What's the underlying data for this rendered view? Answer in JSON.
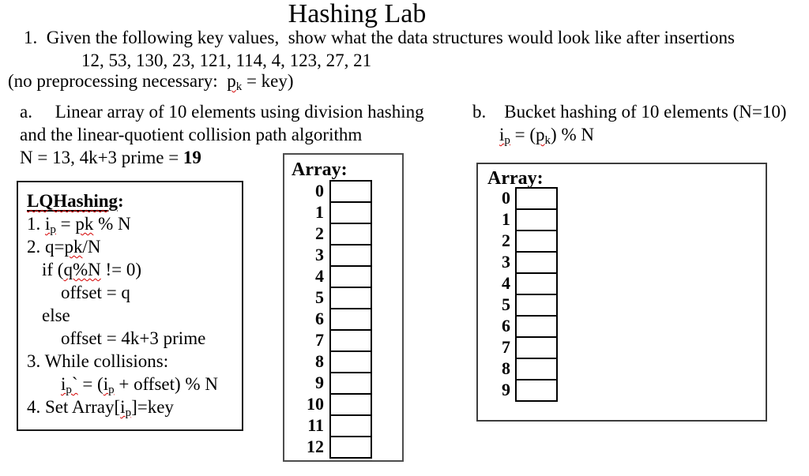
{
  "page": {
    "title": "Hashing Lab",
    "instruction": "1.  Given the following key values,  show what the data structures would look like after insertions",
    "keys": "12, 53, 130, 23, 121, 114, 4, 123, 27, 21",
    "preprocessing": {
      "pre": "(no preprocessing necessary:  ",
      "var_base": "p",
      "var_sub": "k",
      "post": " = key)"
    }
  },
  "section_a": {
    "line1": "a.     Linear array of 10 elements using division hashing",
    "line2": "and the linear-quotient collision path algorithm",
    "line3_pre": "N = 13, 4k+3 prime = ",
    "line3_bold": "19"
  },
  "section_b": {
    "line1": "b.    Bucket hashing of 10 elements (N=10)",
    "formula": {
      "i": "i",
      "i_sub": "p",
      "mid": " = (",
      "p": "p",
      "p_sub": "k",
      "post": ") % N"
    }
  },
  "lq_box": {
    "title": "LQHashing",
    "title_suffix": ":",
    "l1": {
      "pre": "1. ",
      "i": "i",
      "i_sub": "p",
      "eq": " = ",
      "pk": "pk",
      "post": " % N"
    },
    "l2": {
      "pre": "2. q=",
      "pk": "pk",
      "post": "/N"
    },
    "l3": {
      "pre": "if (",
      "q": "q%N",
      "post": " != 0)"
    },
    "l4": "offset = q",
    "l5": "else",
    "l6": "offset = 4k+3 prime",
    "l7": "3. While collisions:",
    "l8": {
      "i": "i",
      "i_sub": "p",
      "tick": "`",
      "eq": " = (",
      "i2": "i",
      "i2_sub": "p",
      "post": " + offset) % N"
    },
    "l9": {
      "pre": "4. Set Array[",
      "i": "i",
      "i_sub": "p",
      "post": "]=key"
    }
  },
  "array_a": {
    "label": "Array:",
    "indices": [
      "0",
      "1",
      "2",
      "3",
      "4",
      "5",
      "6",
      "7",
      "8",
      "9",
      "10",
      "11",
      "12"
    ]
  },
  "array_b": {
    "label": "Array:",
    "indices": [
      "0",
      "1",
      "2",
      "3",
      "4",
      "5",
      "6",
      "7",
      "8",
      "9"
    ]
  }
}
